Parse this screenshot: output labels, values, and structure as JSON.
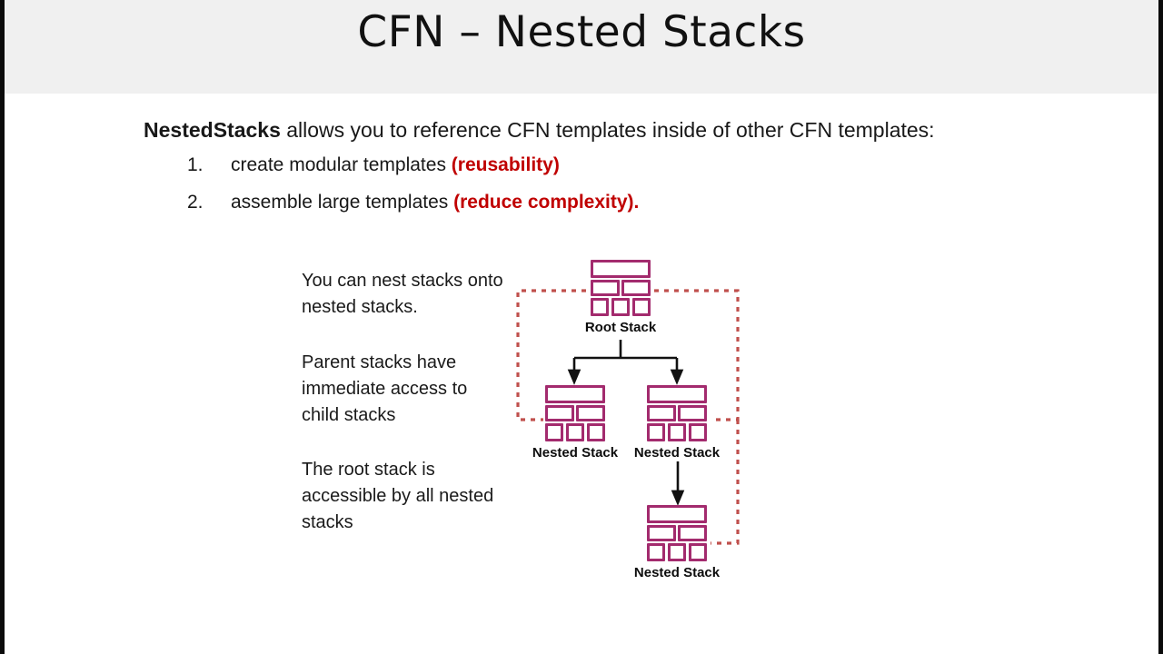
{
  "slide": {
    "title": "CFN – Nested Stacks",
    "header_background": "#F0F0F0",
    "background": "#FFFFFF"
  },
  "body": {
    "intro_bold": "NestedStacks",
    "intro_rest": " allows you to reference CFN templates inside of other CFN templates:",
    "list": [
      {
        "number": "1.",
        "text": "create modular templates ",
        "accent": "(reusability)"
      },
      {
        "number": "2.",
        "text": "assemble large templates ",
        "accent": "(reduce complexity)."
      }
    ]
  },
  "notes": [
    "You can nest stacks onto nested stacks.",
    "Parent stacks have immediate access to child stacks",
    "The root stack is accessible by all nested stacks"
  ],
  "diagram": {
    "nodes": [
      {
        "id": "root",
        "label": "Root Stack"
      },
      {
        "id": "left",
        "label": "Nested Stack"
      },
      {
        "id": "right",
        "label": "Nested Stack"
      },
      {
        "id": "bottom",
        "label": "Nested Stack"
      }
    ],
    "colors": {
      "stack_outline": "#A32B6E",
      "dotted_connector": "#C0504D",
      "solid_arrow": "#111111",
      "accent_red": "#C00000"
    },
    "connector_style": {
      "solid": "parent-to-child arrows",
      "dotted": "root-accessible-by-all-nested"
    }
  }
}
